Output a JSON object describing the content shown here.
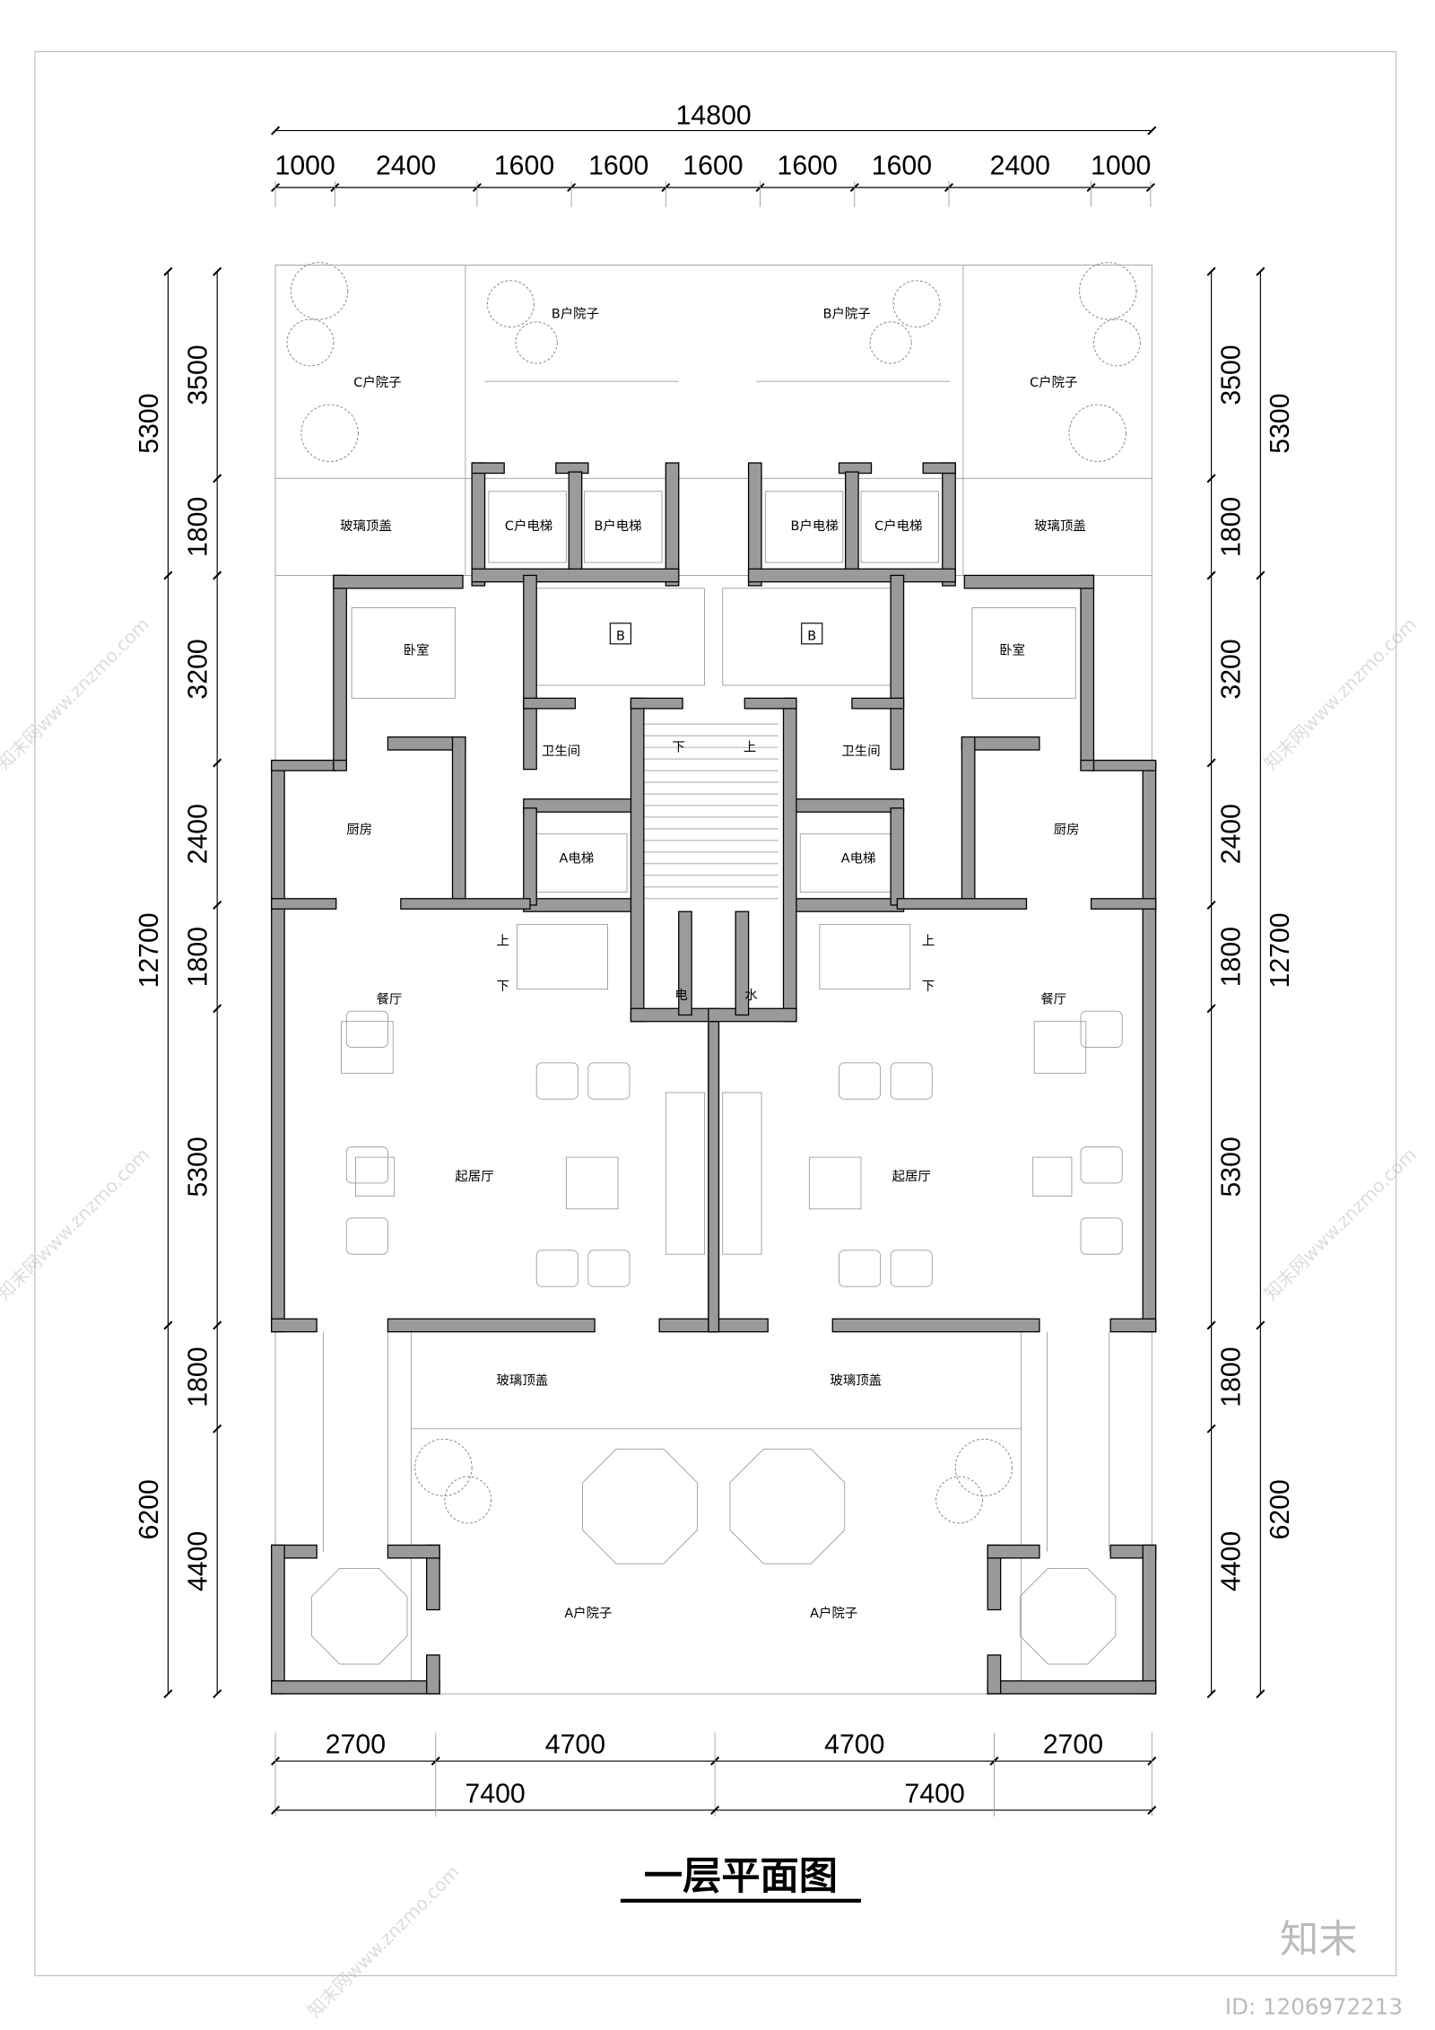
{
  "drawing": {
    "title": "一层平面图",
    "top_dims": {
      "overall": "14800",
      "segments": [
        "1000",
        "2400",
        "1600",
        "1600",
        "1600",
        "1600",
        "1600",
        "2400",
        "1000"
      ]
    },
    "left_dims": {
      "overall": [
        "5300",
        "12700",
        "6200"
      ],
      "segments": [
        "3500",
        "1800",
        "3200",
        "2400",
        "1800",
        "5300",
        "1800",
        "4400"
      ]
    },
    "right_dims": {
      "overall": [
        "5300",
        "12700",
        "6200"
      ],
      "segments": [
        "3500",
        "1800",
        "3200",
        "2400",
        "1800",
        "5300",
        "1800",
        "4400"
      ]
    },
    "bottom_dims": {
      "segments": [
        "2700",
        "4700",
        "4700",
        "2700"
      ],
      "overall": [
        "7400",
        "7400"
      ]
    },
    "rooms": {
      "c_yard": "C户院子",
      "b_yard": "B户院子",
      "glass_roof": "玻璃顶盖",
      "c_elevator": "C户电梯",
      "b_elevator": "B户电梯",
      "b_marker": "B",
      "bedroom": "卧室",
      "bathroom": "卫生间",
      "kitchen": "厨房",
      "a_elevator": "A电梯",
      "dining": "餐厅",
      "living": "起居厅",
      "a_yard": "A户院子",
      "up": "上",
      "down": "下",
      "electric": "电",
      "water": "水"
    },
    "watermark": {
      "logo_text": "知末",
      "id_text": "ID: 1206972213",
      "site_text": "知末网www.znzmo.com"
    }
  }
}
